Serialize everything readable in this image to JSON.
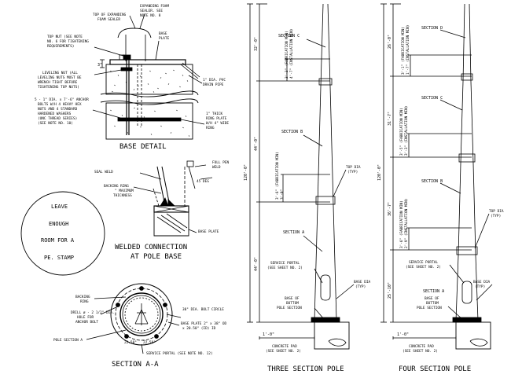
{
  "base_detail": {
    "title": "BASE DETAIL",
    "note_top_expanding_foam": "TOP OF EXPANDING",
    "note_top_expanding_foam_2": "FOAM SEALER",
    "note_foam_sealer": "EXPANDING FOAM",
    "note_foam_sealer_2": "SEALER. SEE",
    "note_foam_sealer_3": "NOTE NO. 8",
    "note_base_plate": "BASE",
    "note_base_plate_2": "PLATE",
    "note_top_nut": "TOP NUT (SEE NOTE",
    "note_top_nut_2": "NO. 6 FOR TIGHTENING",
    "note_top_nut_3": "REQUIREMENTS)",
    "note_leveling": "LEVELING NUT (ALL",
    "note_leveling_2": "LEVELING NUTS MUST BE",
    "note_leveling_3": "WRENCH TIGHT BEFORE",
    "note_leveling_4": "TIGHTENING TOP NUTS)",
    "note_anchor": "5 - 1\" DIA. x 7'-6\" ANCHOR",
    "note_anchor_2": "BOLTS W/H 4 HEAVY HEX",
    "note_anchor_3": "NUTS AND 4 STANDARD",
    "note_anchor_4": "HARDENED WASHERS",
    "note_anchor_5": "(UNC THREAD SERIES)",
    "note_anchor_6": "(SEE NOTE NO. 10)",
    "note_drain": "1\" DIA. PVC",
    "note_drain_2": "DRAIN PIPE",
    "note_ring": "1\" THICK",
    "note_ring_2": "RING PLATE",
    "note_ring_3": "W/H 4\" WIDE",
    "note_ring_4": "RING",
    "dim_3in": "3\""
  },
  "welded_connection": {
    "title": "WELDED CONNECTION",
    "title_2": "AT POLE BASE",
    "note_seal_weld": "SEAL WELD",
    "note_backing_ring": "BACKING RING",
    "note_backing_ring_2": "\" MAXIMUM",
    "note_backing_ring_3": "THICKNESS",
    "note_full_pen": "FULL PEN",
    "note_full_pen_2": "WELD",
    "note_base_plate": "BASE PLATE",
    "note_angle": "45 DEG"
  },
  "stamp": {
    "line1": "LEAVE",
    "line2": "ENOUGH",
    "line3": "ROOM FOR A",
    "line4": "PE. STAMP"
  },
  "section_aa": {
    "title": "SECTION A-A",
    "note_backing": "BACKING",
    "note_backing_2": "RING",
    "note_drill": "DRILL ø - 2 1/2\" DIA.",
    "note_drill_2": "HOLE FOR",
    "note_drill_3": "ANCHOR BOLT",
    "note_pole_section": "POLE SECTION A",
    "note_bolt_circle": "30\" DIA. BOLT CIRCLE",
    "note_base_plate": "BASE PLATE 2\" x 38\" OD",
    "note_base_plate_2": "x 20.50\" (ID) ID",
    "note_service": "SERVICE PORTAL (SEE NOTE NO. 12)",
    "angle_1": "22.50°",
    "angle_2": "22.50°"
  },
  "three_section_pole": {
    "title": "THREE SECTION POLE",
    "section_c": "SECTION C",
    "section_b": "SECTION B",
    "section_a": "SECTION A",
    "dim_total": "120'-0\"",
    "dim_upper": "32'-0\"",
    "dim_middle": "44'-0\"",
    "dim_lower": "44'-0\"",
    "splice_fab_1": "3'-3\" (FABRICATION MIN)",
    "splice_inst_1": "4'-7\" (INSTALLATION MIN)",
    "splice_fab_2": "3'-6\" (FABRICATION MIN)",
    "splice_inst_2": "3'-0\"",
    "top_dia": "TOP DIA",
    "top_dia_2": "(TYP)",
    "service_portal": "SERVICE PORTAL",
    "service_portal_2": "(SEE SHEET NO. 2)",
    "base_dia": "BASE DIA",
    "base_dia_2": "(TYP)",
    "base_of": "BASE OF",
    "bottom": "BOTTOM",
    "pole_section": "POLE SECTION",
    "dim_base": "1'-0\"",
    "pad": "CONCRETE PAD",
    "pad_2": "(SEE SHEET NO. 2)"
  },
  "four_section_pole": {
    "title": "FOUR SECTION POLE",
    "section_d": "SECTION D",
    "section_c": "SECTION C",
    "section_b": "SECTION B",
    "section_a": "SECTION A",
    "dim_total": "120'-0\"",
    "dim_d": "26'-0\"",
    "dim_c": "31'-7\"",
    "dim_b": "36'-7\"",
    "dim_a": "25'-10\"",
    "splice_fab_d": "3'-1\" (FABRICATION MIN)",
    "splice_inst_d": "1'-7\" (INSTALLATION MIN)",
    "splice_fab_c": "3'-5\" (FABRICATION MIN)",
    "splice_inst_c": "3'-3\" (INSTALLATION MIN)",
    "splice_fab_b": "3'-6\" (FABRICATION MIN)",
    "splice_inst_b": "2'-9\" (INSTALLATION MIN)",
    "top_dia": "TOP DIA",
    "top_dia_2": "(TYP)",
    "service_portal": "SERVICE PORTAL",
    "service_portal_2": "(SEE SHEET NO. 2)",
    "base_dia": "BASE DIA",
    "base_dia_2": "(TYP)",
    "base_of": "BASE OF",
    "bottom": "BOTTOM",
    "pole_section": "POLE SECTION",
    "dim_base": "1'-0\"",
    "pad": "CONCRETE PAD",
    "pad_2": "(SEE SHEET NO. 2)"
  }
}
